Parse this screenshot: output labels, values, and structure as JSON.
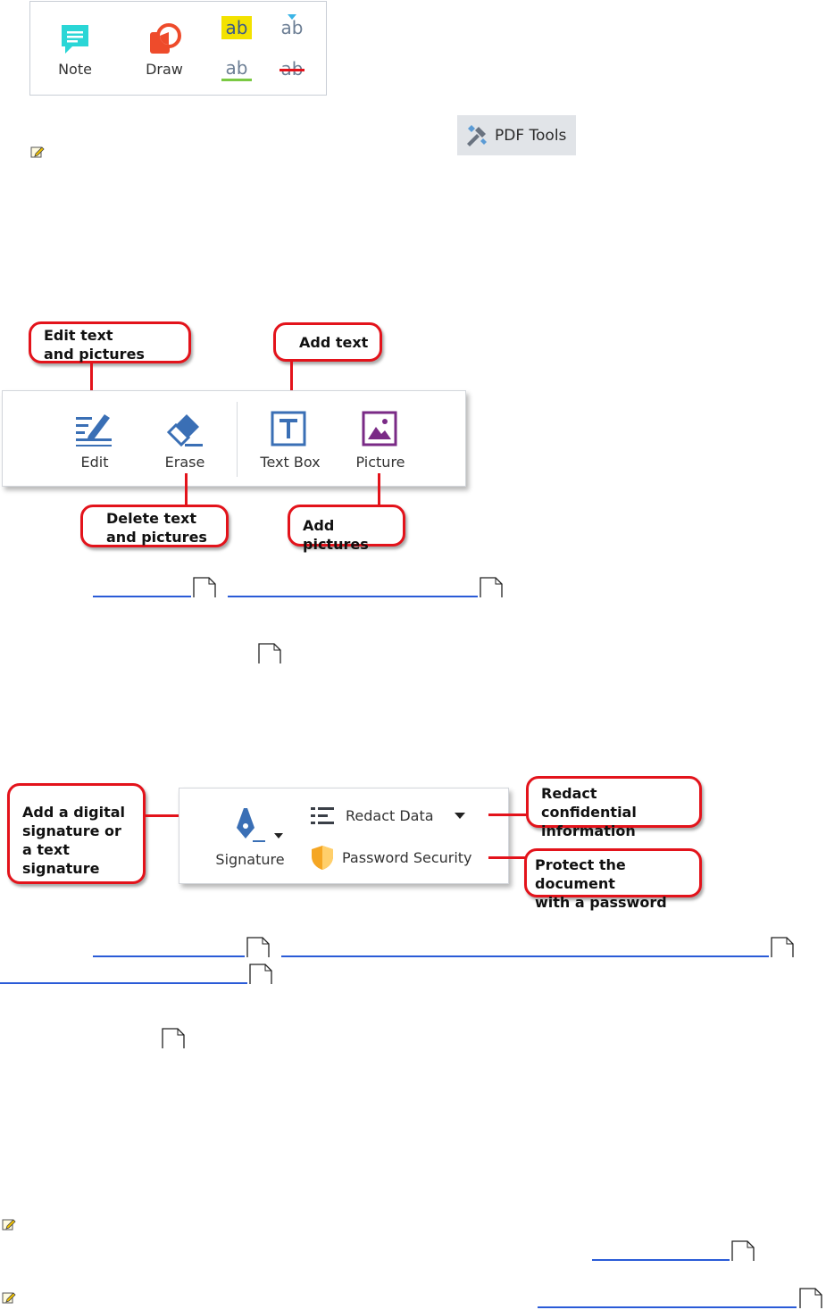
{
  "annotation_toolbar": {
    "note_label": "Note",
    "draw_label": "Draw",
    "highlight_text": "ab",
    "insert_text": "ab",
    "underline_text": "ab",
    "strikethrough_text": "ab"
  },
  "pdf_tools_button": {
    "label": "PDF Tools"
  },
  "edit_toolbar": {
    "edit_label": "Edit",
    "erase_label": "Erase",
    "textbox_label": "Text Box",
    "picture_label": "Picture"
  },
  "edit_callouts": {
    "edit_text_pictures": [
      "Edit text",
      "and pictures"
    ],
    "add_text": "Add text",
    "delete_text_pictures": [
      "Delete text",
      "and pictures"
    ],
    "add_pictures": "Add pictures"
  },
  "security_toolbar": {
    "signature_label": "Signature",
    "redact_label": "Redact Data",
    "password_label": "Password Security"
  },
  "security_callouts": {
    "digital_signature": [
      "Add a digital",
      "signature or",
      "a text signature"
    ],
    "redact_info": [
      "Redact confidential",
      "information"
    ],
    "protect_password": [
      "Protect the document",
      "with a password"
    ]
  },
  "colors": {
    "note": "#2ad6d6",
    "draw": "#ee4b2b",
    "highlight": "#f3e200",
    "underline": "#7ac943",
    "strike": "#e3131b",
    "callout_border": "#e3131b",
    "link": "#2a5bd7",
    "icon_blue": "#3a6fb5",
    "picture_purple": "#7a2a86",
    "shield": "#f5a623"
  }
}
